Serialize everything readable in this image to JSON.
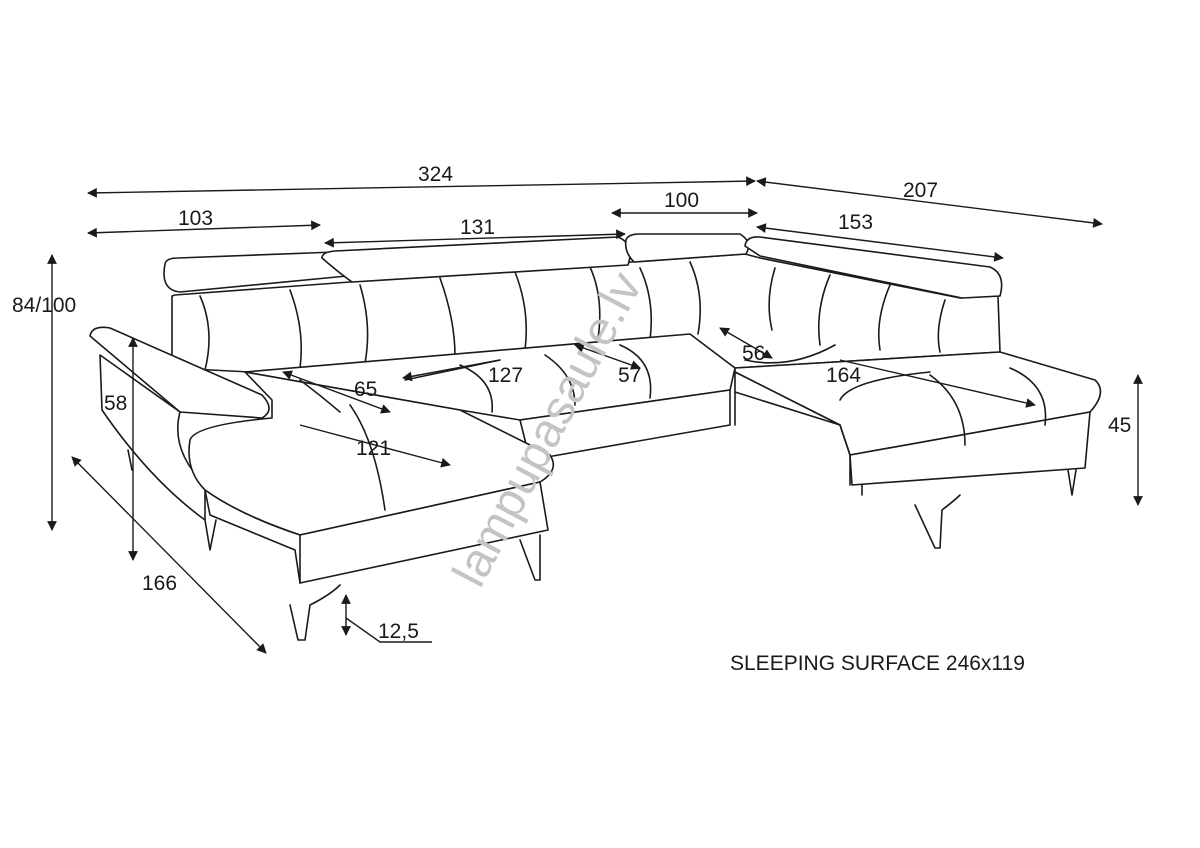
{
  "watermark": "lampupasaule.lv",
  "dimensions": {
    "total_width": "324",
    "right_depth": "207",
    "left_section": "103",
    "middle_section": "131",
    "corner_section": "100",
    "right_section": "153",
    "height": "84/100",
    "arm_height": "58",
    "seat_depth_left": "65",
    "middle_seat_depth": "127",
    "middle_seat_width": "57",
    "corner_seat": "56",
    "right_chaise_length": "164",
    "left_chaise_length": "121",
    "seat_height": "45",
    "left_depth": "166",
    "leg_height": "12,5"
  },
  "caption": "SLEEPING SURFACE 246x119"
}
